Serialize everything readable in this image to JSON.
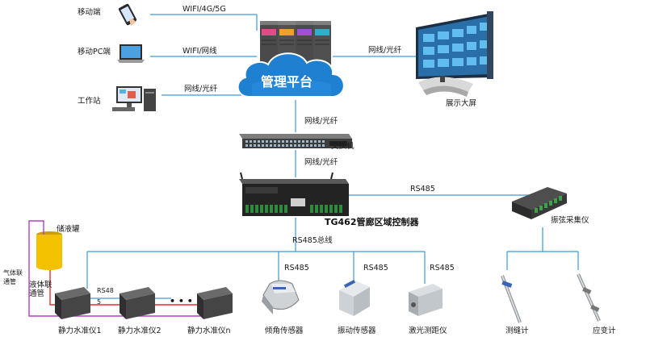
{
  "devices": {
    "mobile": "移动端",
    "mobile_pc": "移动PC端",
    "workstation": "工作站",
    "display_wall": "展示大屏"
  },
  "links": {
    "mobile": "WIFI/4G/5G",
    "mobile_pc": "WIFI/网线",
    "workstation": "网线/光纤",
    "display_wall": "网线/光纤",
    "platform_switch": "网线/光纤",
    "switch_controller": "网线/光纤",
    "controller_collector": "RS485",
    "bus": "RS485总线",
    "rs485_a": "RS485",
    "rs485_b": "RS485",
    "rs485_c": "RS485",
    "level_chain_1": "RS48",
    "level_chain_2": "5"
  },
  "platform": {
    "title": "管理平台"
  },
  "switch": {
    "label": "交换机"
  },
  "controller": {
    "label": "TG462管廊区域控制器"
  },
  "collector": {
    "label": "振弦采集仪"
  },
  "tank": {
    "label": "储液罐",
    "gas_pipe": [
      "气体联",
      "通管"
    ],
    "liquid_pipe": [
      "液体联",
      "通管"
    ]
  },
  "level_chain_dots": "• • •",
  "sensors": [
    {
      "label": "静力水准仪1"
    },
    {
      "label": "静力水准仪2"
    },
    {
      "label": "静力水准仪n"
    },
    {
      "label": "倾角传感器"
    },
    {
      "label": "振动传感器"
    },
    {
      "label": "激光测距仪"
    },
    {
      "label": "测缝计"
    },
    {
      "label": "应变计"
    }
  ],
  "colors": {
    "line": "#3a9ad9",
    "cloud": "#1f7fd0",
    "tank": "#f2c200",
    "pipe_liquid": "#e03030",
    "pipe_gas": "#b040c0"
  }
}
